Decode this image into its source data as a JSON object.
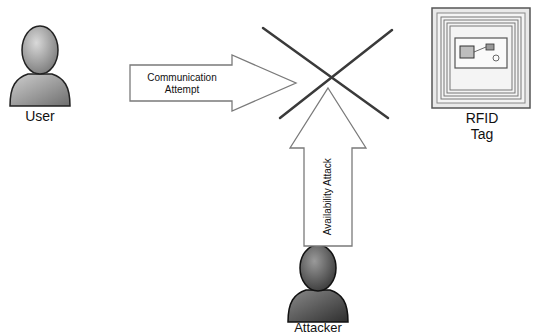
{
  "diagram": {
    "nodes": [
      {
        "text": [
          "User"
        ]
      },
      {
        "text": [
          "Communication Attempt"
        ]
      },
      {
        "text": [
          "RFID Tag"
        ]
      },
      {
        "text": [
          "Availability Attack"
        ]
      },
      {
        "text": [
          "Attacker"
        ]
      }
    ]
  }
}
